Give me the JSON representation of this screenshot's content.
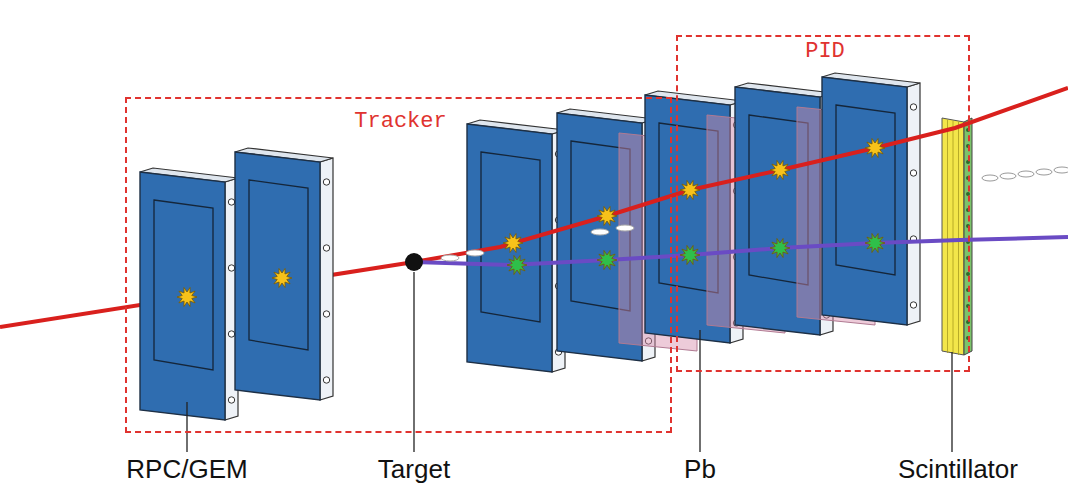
{
  "diagram": {
    "nodes": [
      {
        "text": [
          "Tracker"
        ]
      },
      {
        "text": [
          "PID"
        ]
      }
    ],
    "labels": [
      "RPC/GEM",
      "Target",
      "Pb",
      "Scintillator"
    ]
  }
}
